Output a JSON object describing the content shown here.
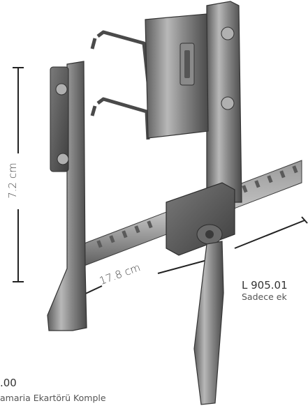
{
  "dimensions": {
    "height": "7.2 cm",
    "width": "17.8 cm"
  },
  "products": [
    {
      "code": "L 905.01",
      "description": "Sadece ek"
    },
    {
      "code": ".00",
      "description": "amaria Ekartörü Komple"
    }
  ]
}
